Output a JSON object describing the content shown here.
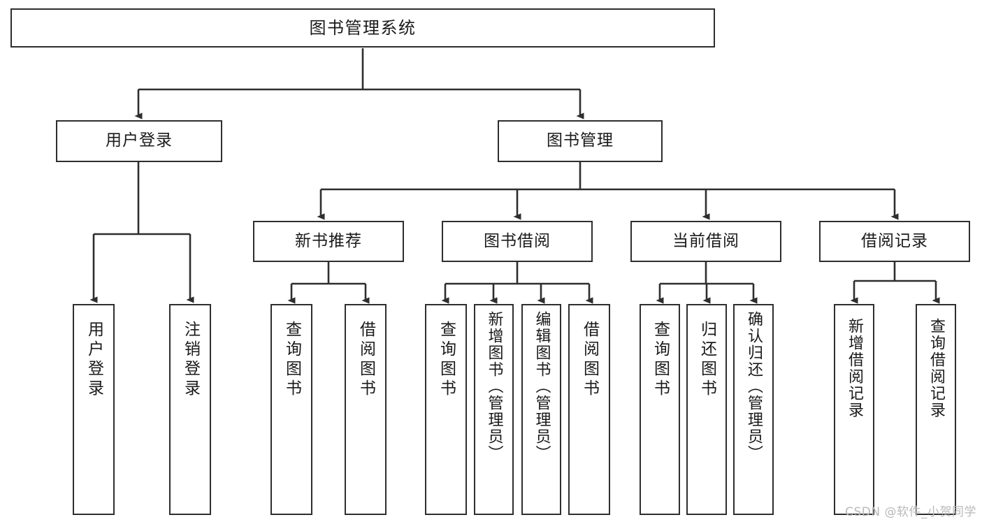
{
  "diagram": {
    "type": "tree-hierarchy-flowchart",
    "title": "图书管理系统",
    "root": {
      "id": "root",
      "label": "图书管理系统"
    },
    "level2": [
      {
        "id": "user-login",
        "label": "用户登录"
      },
      {
        "id": "book-management",
        "label": "图书管理"
      }
    ],
    "level3": [
      {
        "id": "new-book-recommend",
        "label": "新书推荐",
        "parent": "book-management"
      },
      {
        "id": "book-borrow",
        "label": "图书借阅",
        "parent": "book-management"
      },
      {
        "id": "current-borrow",
        "label": "当前借阅",
        "parent": "book-management"
      },
      {
        "id": "borrow-record",
        "label": "借阅记录",
        "parent": "book-management"
      }
    ],
    "leaves": [
      {
        "id": "leaf-user-login",
        "label": "用户登录",
        "parent": "user-login"
      },
      {
        "id": "leaf-user-logout",
        "label": "注销登录",
        "parent": "user-login"
      },
      {
        "id": "leaf-query-book-1",
        "label": "查询图书",
        "parent": "new-book-recommend"
      },
      {
        "id": "leaf-borrow-book-1",
        "label": "借阅图书",
        "parent": "new-book-recommend"
      },
      {
        "id": "leaf-query-book-2",
        "label": "查询图书",
        "parent": "book-borrow"
      },
      {
        "id": "leaf-add-book",
        "label": "新增图书（管理员）",
        "parent": "book-borrow"
      },
      {
        "id": "leaf-edit-book",
        "label": "编辑图书（管理员）",
        "parent": "book-borrow"
      },
      {
        "id": "leaf-borrow-book-2",
        "label": "借阅图书",
        "parent": "book-borrow"
      },
      {
        "id": "leaf-query-book-3",
        "label": "查询图书",
        "parent": "current-borrow"
      },
      {
        "id": "leaf-return-book",
        "label": "归还图书",
        "parent": "current-borrow"
      },
      {
        "id": "leaf-confirm-return",
        "label": "确认归还（管理员）",
        "parent": "current-borrow"
      },
      {
        "id": "leaf-add-record",
        "label": "新增借阅记录",
        "parent": "borrow-record"
      },
      {
        "id": "leaf-query-record",
        "label": "查询借阅记录",
        "parent": "borrow-record"
      }
    ],
    "colors": {
      "stroke": "#2e2e2e",
      "fill": "#ffffff",
      "text": "#1a1a1a",
      "watermark": "#b9b9b9"
    }
  },
  "watermark": {
    "text": "CSDN @软件_小贺同学"
  }
}
